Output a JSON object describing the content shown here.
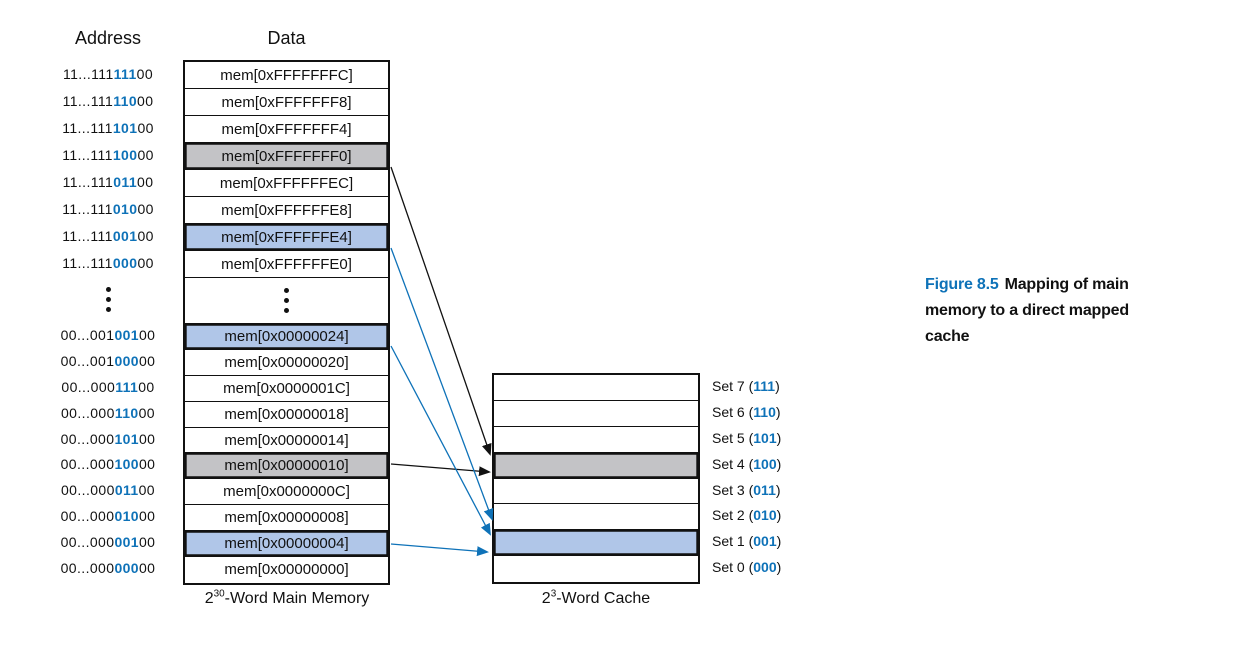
{
  "figure_caption": {
    "label": "Figure 8.5",
    "text": "Mapping of main memory to a direct mapped cache"
  },
  "headers": {
    "address": "Address",
    "data": "Data"
  },
  "memory": {
    "caption": {
      "base": "2",
      "exp": "30",
      "rest": "-Word Main Memory"
    },
    "rows": [
      {
        "type": "data",
        "addr_pre": "11...111",
        "addr_bits": "111",
        "addr_post": "00",
        "data": "mem[0xFFFFFFFC]",
        "highlight": "none"
      },
      {
        "type": "data",
        "addr_pre": "11...111",
        "addr_bits": "110",
        "addr_post": "00",
        "data": "mem[0xFFFFFFF8]",
        "highlight": "none"
      },
      {
        "type": "data",
        "addr_pre": "11...111",
        "addr_bits": "101",
        "addr_post": "00",
        "data": "mem[0xFFFFFFF4]",
        "highlight": "none"
      },
      {
        "type": "data",
        "addr_pre": "11...111",
        "addr_bits": "100",
        "addr_post": "00",
        "data": "mem[0xFFFFFFF0]",
        "highlight": "gray"
      },
      {
        "type": "data",
        "addr_pre": "11...111",
        "addr_bits": "011",
        "addr_post": "00",
        "data": "mem[0xFFFFFFEC]",
        "highlight": "none"
      },
      {
        "type": "data",
        "addr_pre": "11...111",
        "addr_bits": "010",
        "addr_post": "00",
        "data": "mem[0xFFFFFFE8]",
        "highlight": "none"
      },
      {
        "type": "data",
        "addr_pre": "11...111",
        "addr_bits": "001",
        "addr_post": "00",
        "data": "mem[0xFFFFFFE4]",
        "highlight": "blue"
      },
      {
        "type": "data",
        "addr_pre": "11...111",
        "addr_bits": "000",
        "addr_post": "00",
        "data": "mem[0xFFFFFFE0]",
        "highlight": "none"
      },
      {
        "type": "ellipsis"
      },
      {
        "type": "data",
        "addr_pre": "00...001",
        "addr_bits": "001",
        "addr_post": "00",
        "data": "mem[0x00000024]",
        "highlight": "blue"
      },
      {
        "type": "data",
        "addr_pre": "00...001",
        "addr_bits": "000",
        "addr_post": "00",
        "data": "mem[0x00000020]",
        "highlight": "none"
      },
      {
        "type": "data",
        "addr_pre": "00...000",
        "addr_bits": "111",
        "addr_post": "00",
        "data": "mem[0x0000001C]",
        "highlight": "none"
      },
      {
        "type": "data",
        "addr_pre": "00...000",
        "addr_bits": "110",
        "addr_post": "00",
        "data": "mem[0x00000018]",
        "highlight": "none"
      },
      {
        "type": "data",
        "addr_pre": "00...000",
        "addr_bits": "101",
        "addr_post": "00",
        "data": "mem[0x00000014]",
        "highlight": "none"
      },
      {
        "type": "data",
        "addr_pre": "00...000",
        "addr_bits": "100",
        "addr_post": "00",
        "data": "mem[0x00000010]",
        "highlight": "gray"
      },
      {
        "type": "data",
        "addr_pre": "00...000",
        "addr_bits": "011",
        "addr_post": "00",
        "data": "mem[0x0000000C]",
        "highlight": "none"
      },
      {
        "type": "data",
        "addr_pre": "00...000",
        "addr_bits": "010",
        "addr_post": "00",
        "data": "mem[0x00000008]",
        "highlight": "none"
      },
      {
        "type": "data",
        "addr_pre": "00...000",
        "addr_bits": "001",
        "addr_post": "00",
        "data": "mem[0x00000004]",
        "highlight": "blue"
      },
      {
        "type": "data",
        "addr_pre": "00...000",
        "addr_bits": "000",
        "addr_post": "00",
        "data": "mem[0x00000000]",
        "highlight": "none"
      }
    ]
  },
  "cache": {
    "caption": {
      "base": "2",
      "exp": "3",
      "rest": "-Word Cache"
    },
    "sets": [
      {
        "label": "Set 7",
        "bits": "111",
        "highlight": "none"
      },
      {
        "label": "Set 6",
        "bits": "110",
        "highlight": "none"
      },
      {
        "label": "Set 5",
        "bits": "101",
        "highlight": "none"
      },
      {
        "label": "Set 4",
        "bits": "100",
        "highlight": "gray"
      },
      {
        "label": "Set 3",
        "bits": "011",
        "highlight": "none"
      },
      {
        "label": "Set 2",
        "bits": "010",
        "highlight": "none"
      },
      {
        "label": "Set 1",
        "bits": "001",
        "highlight": "blue"
      },
      {
        "label": "Set 0",
        "bits": "000",
        "highlight": "none"
      }
    ]
  },
  "mappings": [
    {
      "from": "mem[0xFFFFFFF0]",
      "to": "Set 4",
      "color": "black"
    },
    {
      "from": "mem[0x00000010]",
      "to": "Set 4",
      "color": "black"
    },
    {
      "from": "mem[0xFFFFFFE4]",
      "to": "Set 1",
      "color": "blue"
    },
    {
      "from": "mem[0x00000024]",
      "to": "Set 1",
      "color": "blue"
    },
    {
      "from": "mem[0x00000004]",
      "to": "Set 1",
      "color": "blue"
    }
  ],
  "colors": {
    "accent_blue": "#0e72b8",
    "highlight_blue": "#b0c6e8",
    "highlight_gray": "#c3c3c6",
    "ink": "#111111"
  }
}
